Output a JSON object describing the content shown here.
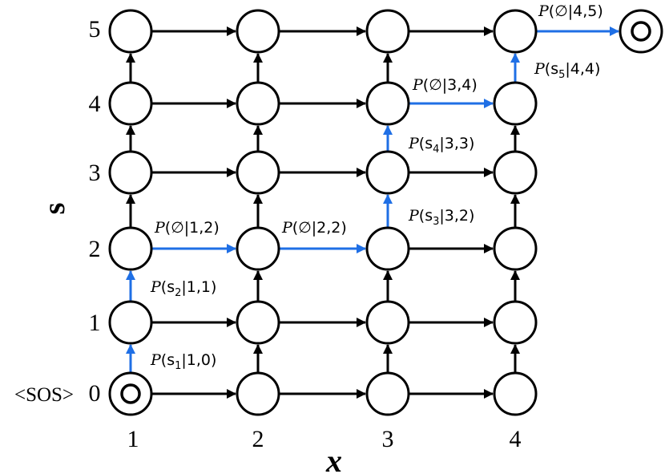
{
  "colors": {
    "black_edge": "#000000",
    "highlight_edge": "#1f6fe5",
    "node_fill": "#ffffff",
    "node_stroke": "#000000"
  },
  "axes": {
    "x_title": "x",
    "y_title": "s",
    "x_ticks": [
      "1",
      "2",
      "3",
      "4"
    ],
    "y_ticks": [
      "0",
      "1",
      "2",
      "3",
      "4",
      "5"
    ],
    "start_label": "<SOS>"
  },
  "grid": {
    "columns": 4,
    "rows": 6,
    "start_node": {
      "col": 1,
      "row": 0
    },
    "end_node": {
      "col": 5,
      "row": 5
    }
  },
  "highlighted_path": [
    {
      "from": {
        "col": 1,
        "row": 0
      },
      "to": {
        "col": 1,
        "row": 1
      },
      "label": {
        "var": "P",
        "text": "(s",
        "sub": "1",
        "rest": "|1,0)"
      }
    },
    {
      "from": {
        "col": 1,
        "row": 1
      },
      "to": {
        "col": 1,
        "row": 2
      },
      "label": {
        "var": "P",
        "text": "(s",
        "sub": "2",
        "rest": "|1,1)"
      }
    },
    {
      "from": {
        "col": 1,
        "row": 2
      },
      "to": {
        "col": 2,
        "row": 2
      },
      "label": {
        "var": "P",
        "text": "(∅",
        "sub": "",
        "rest": "|1,2)"
      }
    },
    {
      "from": {
        "col": 2,
        "row": 2
      },
      "to": {
        "col": 3,
        "row": 2
      },
      "label": {
        "var": "P",
        "text": "(∅",
        "sub": "",
        "rest": "|2,2)"
      }
    },
    {
      "from": {
        "col": 3,
        "row": 2
      },
      "to": {
        "col": 3,
        "row": 3
      },
      "label": {
        "var": "P",
        "text": "(s",
        "sub": "3",
        "rest": "|3,2)"
      }
    },
    {
      "from": {
        "col": 3,
        "row": 3
      },
      "to": {
        "col": 3,
        "row": 4
      },
      "label": {
        "var": "P",
        "text": "(s",
        "sub": "4",
        "rest": "|3,3)"
      }
    },
    {
      "from": {
        "col": 3,
        "row": 4
      },
      "to": {
        "col": 4,
        "row": 4
      },
      "label": {
        "var": "P",
        "text": "(∅",
        "sub": "",
        "rest": "|3,4)"
      }
    },
    {
      "from": {
        "col": 4,
        "row": 4
      },
      "to": {
        "col": 4,
        "row": 5
      },
      "label": {
        "var": "P",
        "text": "(s",
        "sub": "5",
        "rest": "|4,4)"
      }
    },
    {
      "from": {
        "col": 4,
        "row": 5
      },
      "to": {
        "col": 5,
        "row": 5
      },
      "label": {
        "var": "P",
        "text": "(∅",
        "sub": "",
        "rest": "|4,5)"
      }
    }
  ]
}
